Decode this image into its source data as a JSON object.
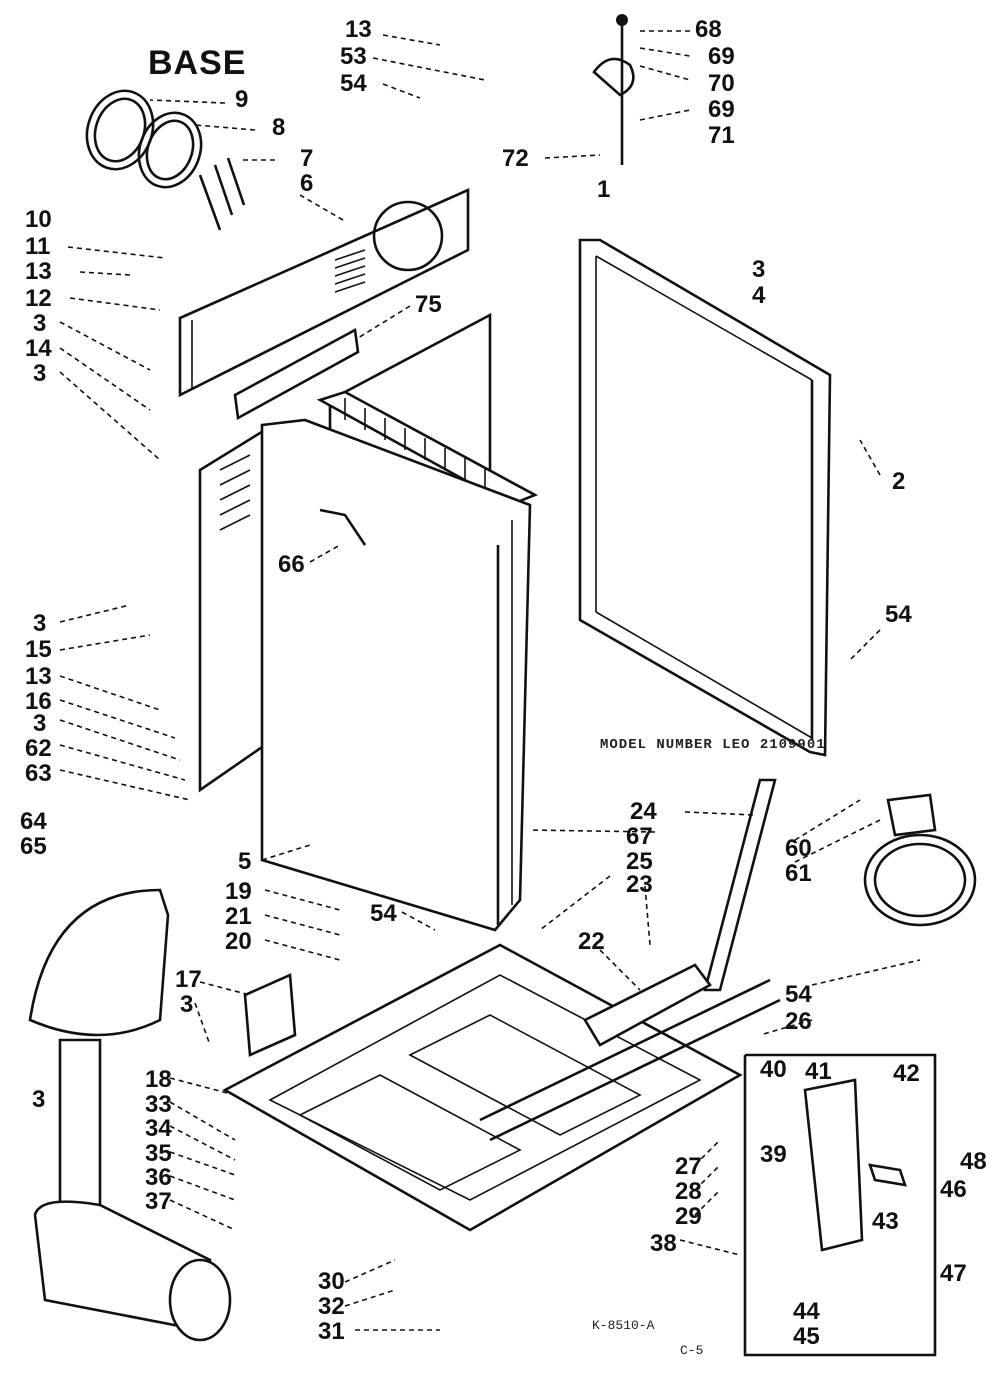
{
  "title": "BASE",
  "model_note": "MODEL NUMBER LEO 2109901",
  "footer_code": "K-8510-A",
  "footer_page": "C-5",
  "labels": {
    "l13a": "13",
    "l53": "53",
    "l54a": "54",
    "l68": "68",
    "l69a": "69",
    "l70": "70",
    "l69b": "69",
    "l71": "71",
    "l72": "72",
    "l9": "9",
    "l8": "8",
    "l7": "7",
    "l6": "6",
    "l10": "10",
    "l11": "11",
    "l13b": "13",
    "l12": "12",
    "l3a": "3",
    "l14": "14",
    "l3b": "3",
    "l75": "75",
    "l1": "1",
    "l3c": "3",
    "l4": "4",
    "l2": "2",
    "l66": "66",
    "l54b": "54",
    "l3d": "3",
    "l15": "15",
    "l13c": "13",
    "l16": "16",
    "l3e": "3",
    "l62": "62",
    "l63": "63",
    "l64": "64",
    "l65": "65",
    "l24": "24",
    "l67": "67",
    "l25": "25",
    "l23": "23",
    "l60": "60",
    "l61": "61",
    "l5": "5",
    "l19": "19",
    "l21": "21",
    "l20": "20",
    "l54c": "54",
    "l22": "22",
    "l54d": "54",
    "l26": "26",
    "l17": "17",
    "l3f": "3",
    "l3g": "3",
    "l18": "18",
    "l33": "33",
    "l34": "34",
    "l35": "35",
    "l36": "36",
    "l37": "37",
    "l40": "40",
    "l41": "41",
    "l42": "42",
    "l39": "39",
    "l48": "48",
    "l46": "46",
    "l43": "43",
    "l27": "27",
    "l28": "28",
    "l29": "29",
    "l38": "38",
    "l44": "44",
    "l45": "45",
    "l47": "47",
    "l30": "30",
    "l32": "32",
    "l31": "31"
  }
}
